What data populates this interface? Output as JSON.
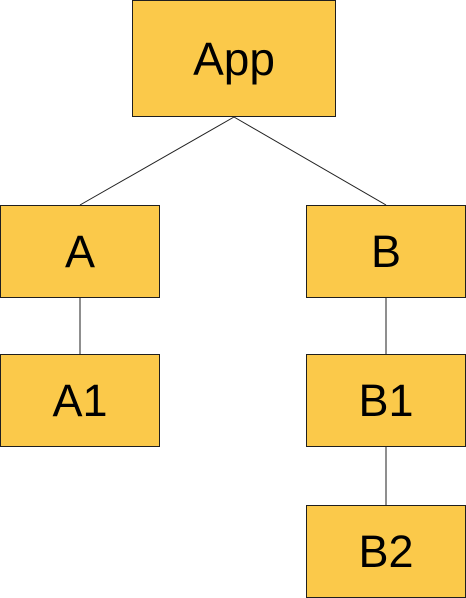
{
  "diagram": {
    "fill_color": "#fbc94a",
    "border_color": "#1f1f1f",
    "line_color": "#1f1f1f",
    "nodes": {
      "app": "App",
      "a": "A",
      "b": "B",
      "a1": "A1",
      "b1": "B1",
      "b2": "B2"
    },
    "edges": [
      {
        "from": "App",
        "to": "A"
      },
      {
        "from": "App",
        "to": "B"
      },
      {
        "from": "A",
        "to": "A1"
      },
      {
        "from": "B",
        "to": "B1"
      },
      {
        "from": "B1",
        "to": "B2"
      }
    ]
  }
}
